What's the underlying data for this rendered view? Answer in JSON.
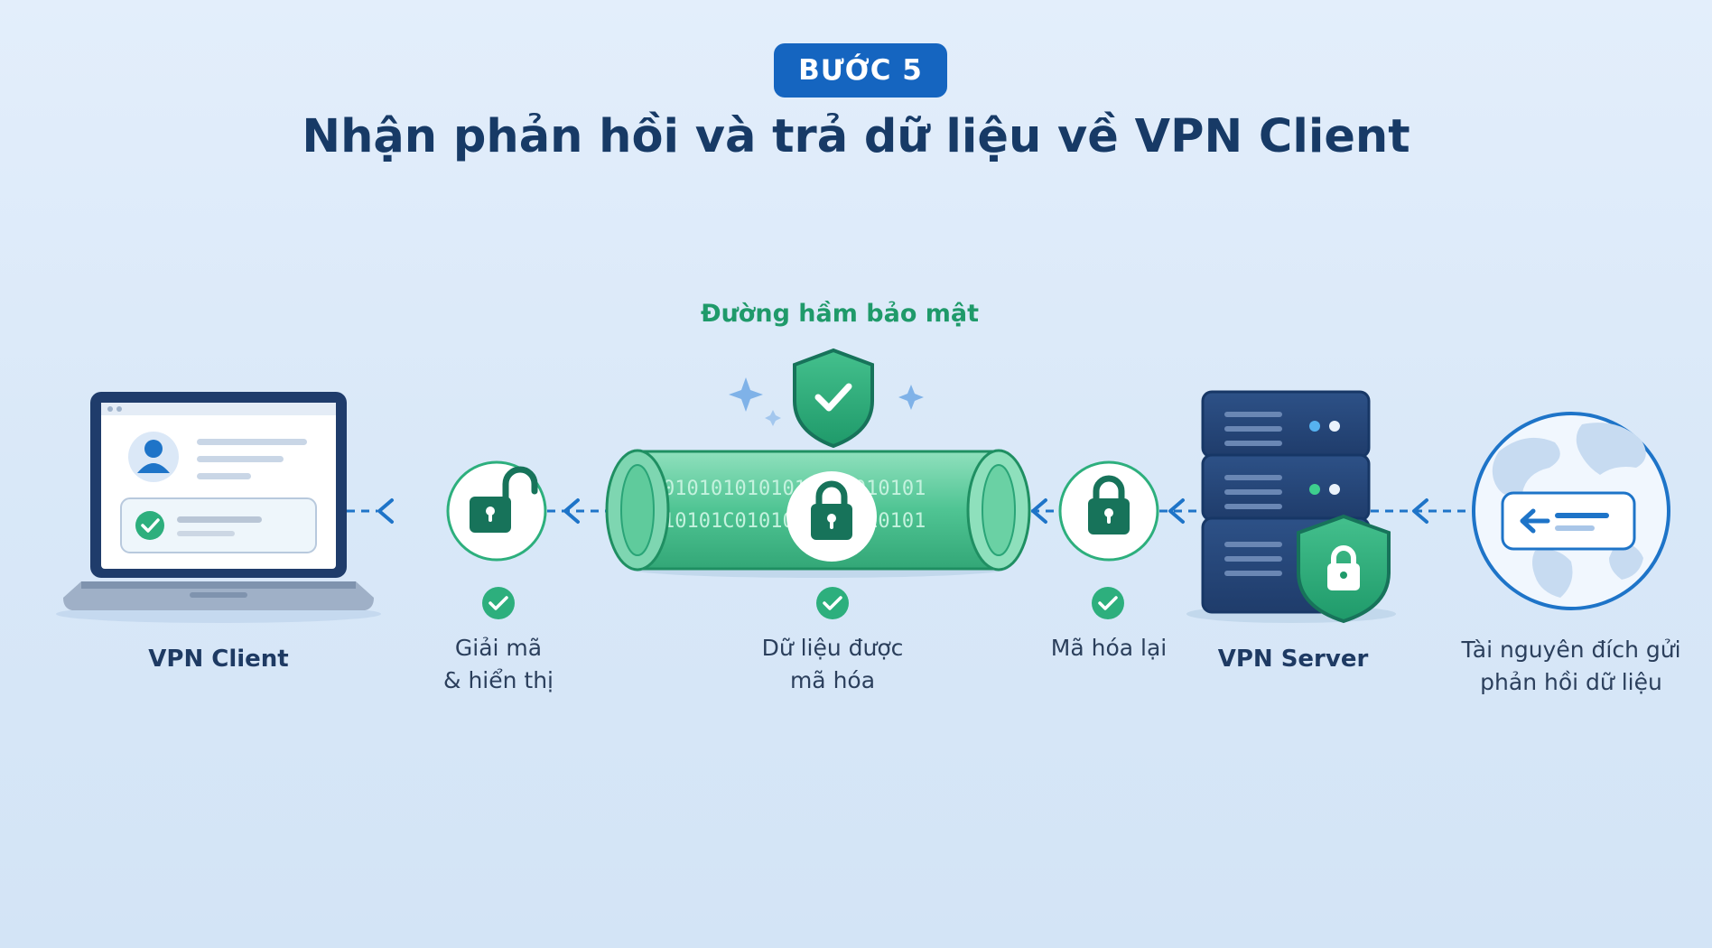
{
  "header": {
    "step_badge": "BƯỚC 5",
    "title": "Nhận phản hồi và trả dữ liệu về VPN Client"
  },
  "tunnel": {
    "label": "Đường hầm bảo mật",
    "binary_line_1": "0101010101010101010101",
    "binary_line_2": "10101C0101010101010101",
    "caption": [
      "Dữ liệu được",
      "mã hóa"
    ]
  },
  "nodes": {
    "client": {
      "label": "VPN Client"
    },
    "decrypt": {
      "caption": [
        "Giải mã",
        "& hiển thị"
      ]
    },
    "reencrypt": {
      "caption": [
        "Mã hóa lại"
      ]
    },
    "server": {
      "label": "VPN Server"
    },
    "resource": {
      "caption": [
        "Tài nguyên đích gửi",
        "phản hồi dữ liệu"
      ]
    }
  },
  "flow_direction": "right-to-left",
  "colors": {
    "primary_blue": "#1565c0",
    "navy": "#173a66",
    "green": "#2daf7d",
    "teal_dark": "#17735a",
    "arrow_blue": "#1e74c8"
  },
  "icons": [
    "laptop-icon",
    "unlock-icon",
    "shield-check-icon",
    "lock-icon",
    "server-icon",
    "globe-icon",
    "check-icon",
    "sparkle-icon"
  ]
}
